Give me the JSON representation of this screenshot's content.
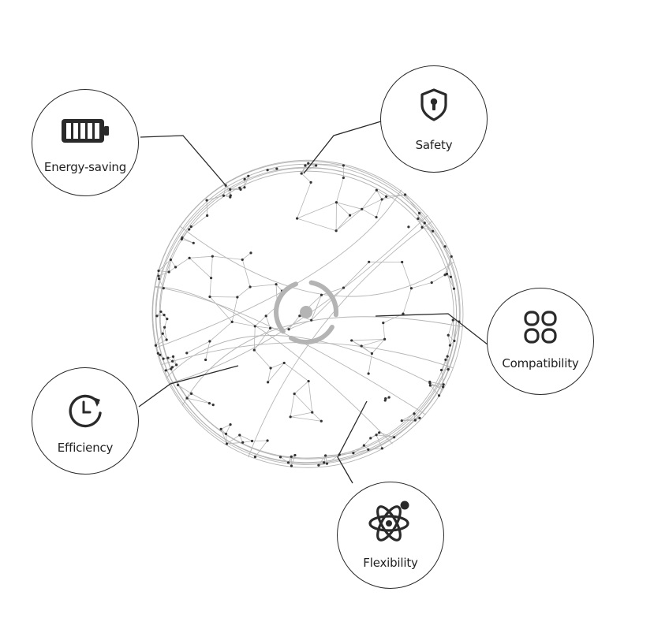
{
  "diagram": {
    "features": [
      {
        "key": "energy",
        "label": "Energy-saving",
        "icon": "battery-icon"
      },
      {
        "key": "safety",
        "label": "Safety",
        "icon": "shield-lock-icon"
      },
      {
        "key": "compat",
        "label": "Compatibility",
        "icon": "four-squares-icon"
      },
      {
        "key": "efficiency",
        "label": "Efficiency",
        "icon": "clock-refresh-icon"
      },
      {
        "key": "flex",
        "label": "Flexibility",
        "icon": "atom-icon"
      }
    ],
    "center_icon": "target-logo-icon",
    "colors": {
      "line": "#2a2a2a",
      "mesh": "#b5b5b5",
      "dots": "#333333",
      "center": "#b4b4b4"
    }
  }
}
